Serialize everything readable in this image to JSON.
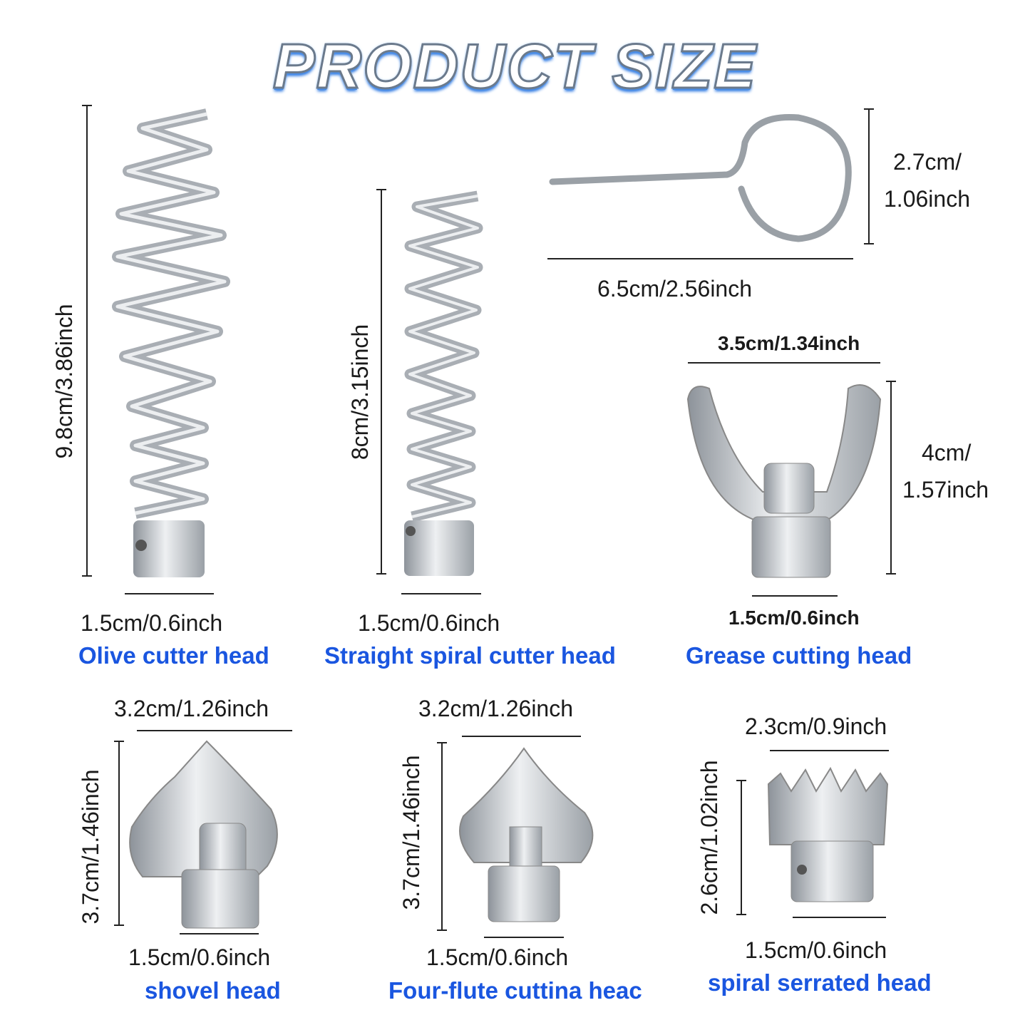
{
  "title": "PRODUCT SIZE",
  "colors": {
    "label_blue": "#1a56e0",
    "title_outline": "#3f86e6",
    "metal": "#b9bec4"
  },
  "products": [
    {
      "name": "Olive cutter head",
      "height": "9.8cm/3.86inch",
      "width": "1.5cm/0.6inch"
    },
    {
      "name": "Straight spiral cutter head",
      "height": "8cm/3.15inch",
      "width": "1.5cm/0.6inch"
    },
    {
      "name": "",
      "height_line1": "2.7cm/",
      "height_line2": "1.06inch",
      "width": "6.5cm/2.56inch"
    },
    {
      "name": "Grease cutting head",
      "top_width": "3.5cm/1.34inch",
      "height_line1": "4cm/",
      "height_line2": "1.57inch",
      "width": "1.5cm/0.6inch"
    },
    {
      "name": "shovel head",
      "top_width": "3.2cm/1.26inch",
      "height": "3.7cm/1.46inch",
      "width": "1.5cm/0.6inch"
    },
    {
      "name": "Four-flute cuttina heac",
      "top_width": "3.2cm/1.26inch",
      "height": "3.7cm/1.46inch",
      "width": "1.5cm/0.6inch"
    },
    {
      "name": "spiral serrated head",
      "top_width": "2.3cm/0.9inch",
      "height": "2.6cm/1.02inch",
      "width": "1.5cm/0.6inch"
    }
  ]
}
